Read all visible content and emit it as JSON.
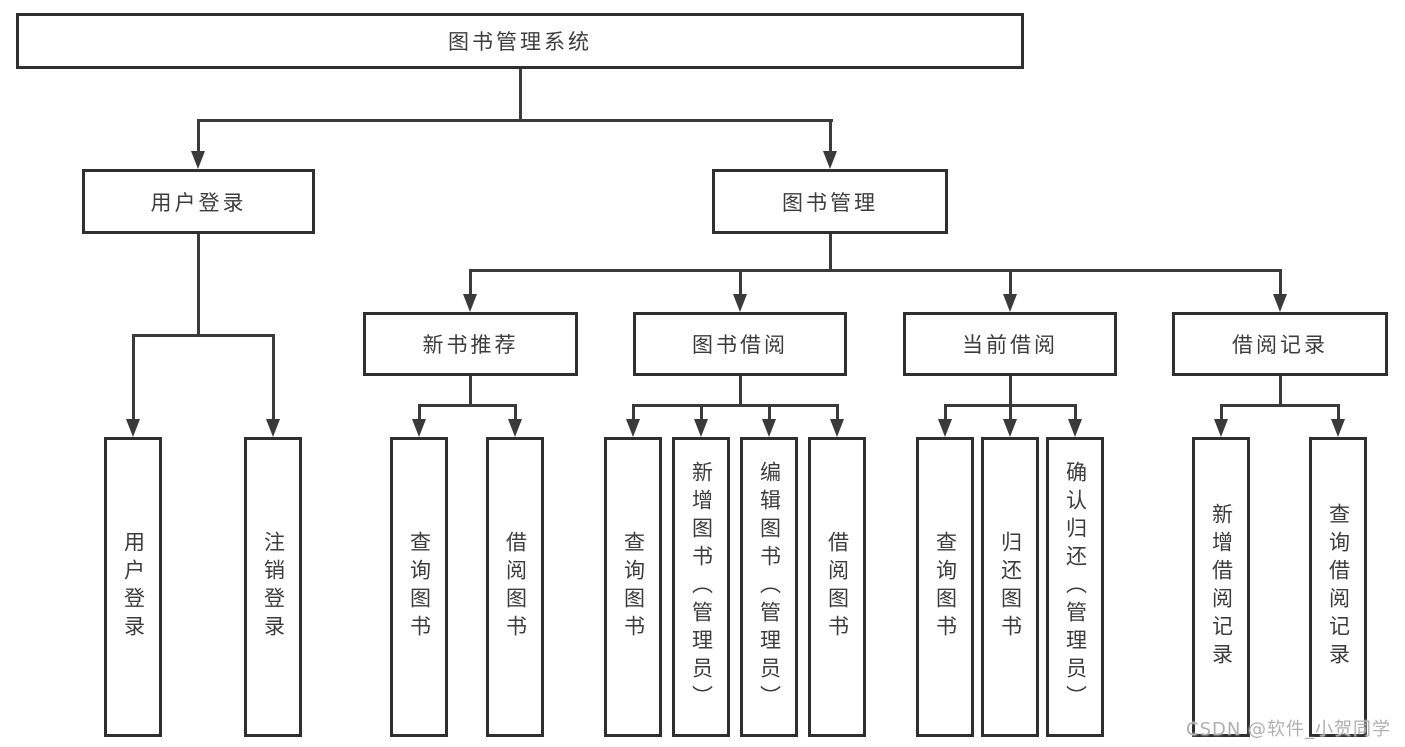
{
  "root": {
    "label": "图书管理系统",
    "children": [
      {
        "label": "用户登录",
        "children": [
          {
            "label": "用户登录"
          },
          {
            "label": "注销登录"
          }
        ]
      },
      {
        "label": "图书管理",
        "children": [
          {
            "label": "新书推荐",
            "children": [
              {
                "label": "查询图书"
              },
              {
                "label": "借阅图书"
              }
            ]
          },
          {
            "label": "图书借阅",
            "children": [
              {
                "label": "查询图书"
              },
              {
                "label": "新增图书（管理员）"
              },
              {
                "label": "编辑图书（管理员）"
              },
              {
                "label": "借阅图书"
              }
            ]
          },
          {
            "label": "当前借阅",
            "children": [
              {
                "label": "查询图书"
              },
              {
                "label": "归还图书"
              },
              {
                "label": "确认归还（管理员）"
              }
            ]
          },
          {
            "label": "借阅记录",
            "children": [
              {
                "label": "新增借阅记录"
              },
              {
                "label": "查询借阅记录"
              }
            ]
          }
        ]
      }
    ]
  },
  "watermark": "CSDN @软件_小贺同学",
  "colors": {
    "line": "#3a3a3a",
    "box_border": "#2f2f2f",
    "text": "#3c3c3c",
    "watermark": "#b0b0b0",
    "background": "#ffffff"
  }
}
